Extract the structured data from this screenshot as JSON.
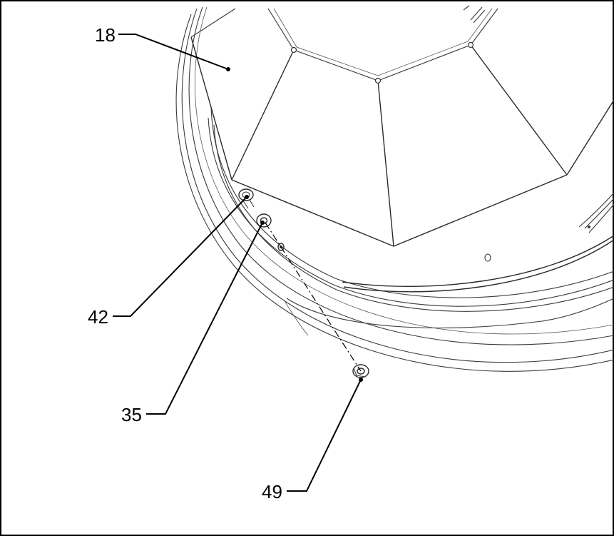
{
  "callouts": [
    {
      "id": "18",
      "label": "18"
    },
    {
      "id": "42",
      "label": "42"
    },
    {
      "id": "35",
      "label": "35"
    },
    {
      "id": "49",
      "label": "49"
    }
  ],
  "colors": {
    "line": "#3a3a3a",
    "leader": "#000000",
    "background": "#ffffff",
    "border": "#000000"
  }
}
